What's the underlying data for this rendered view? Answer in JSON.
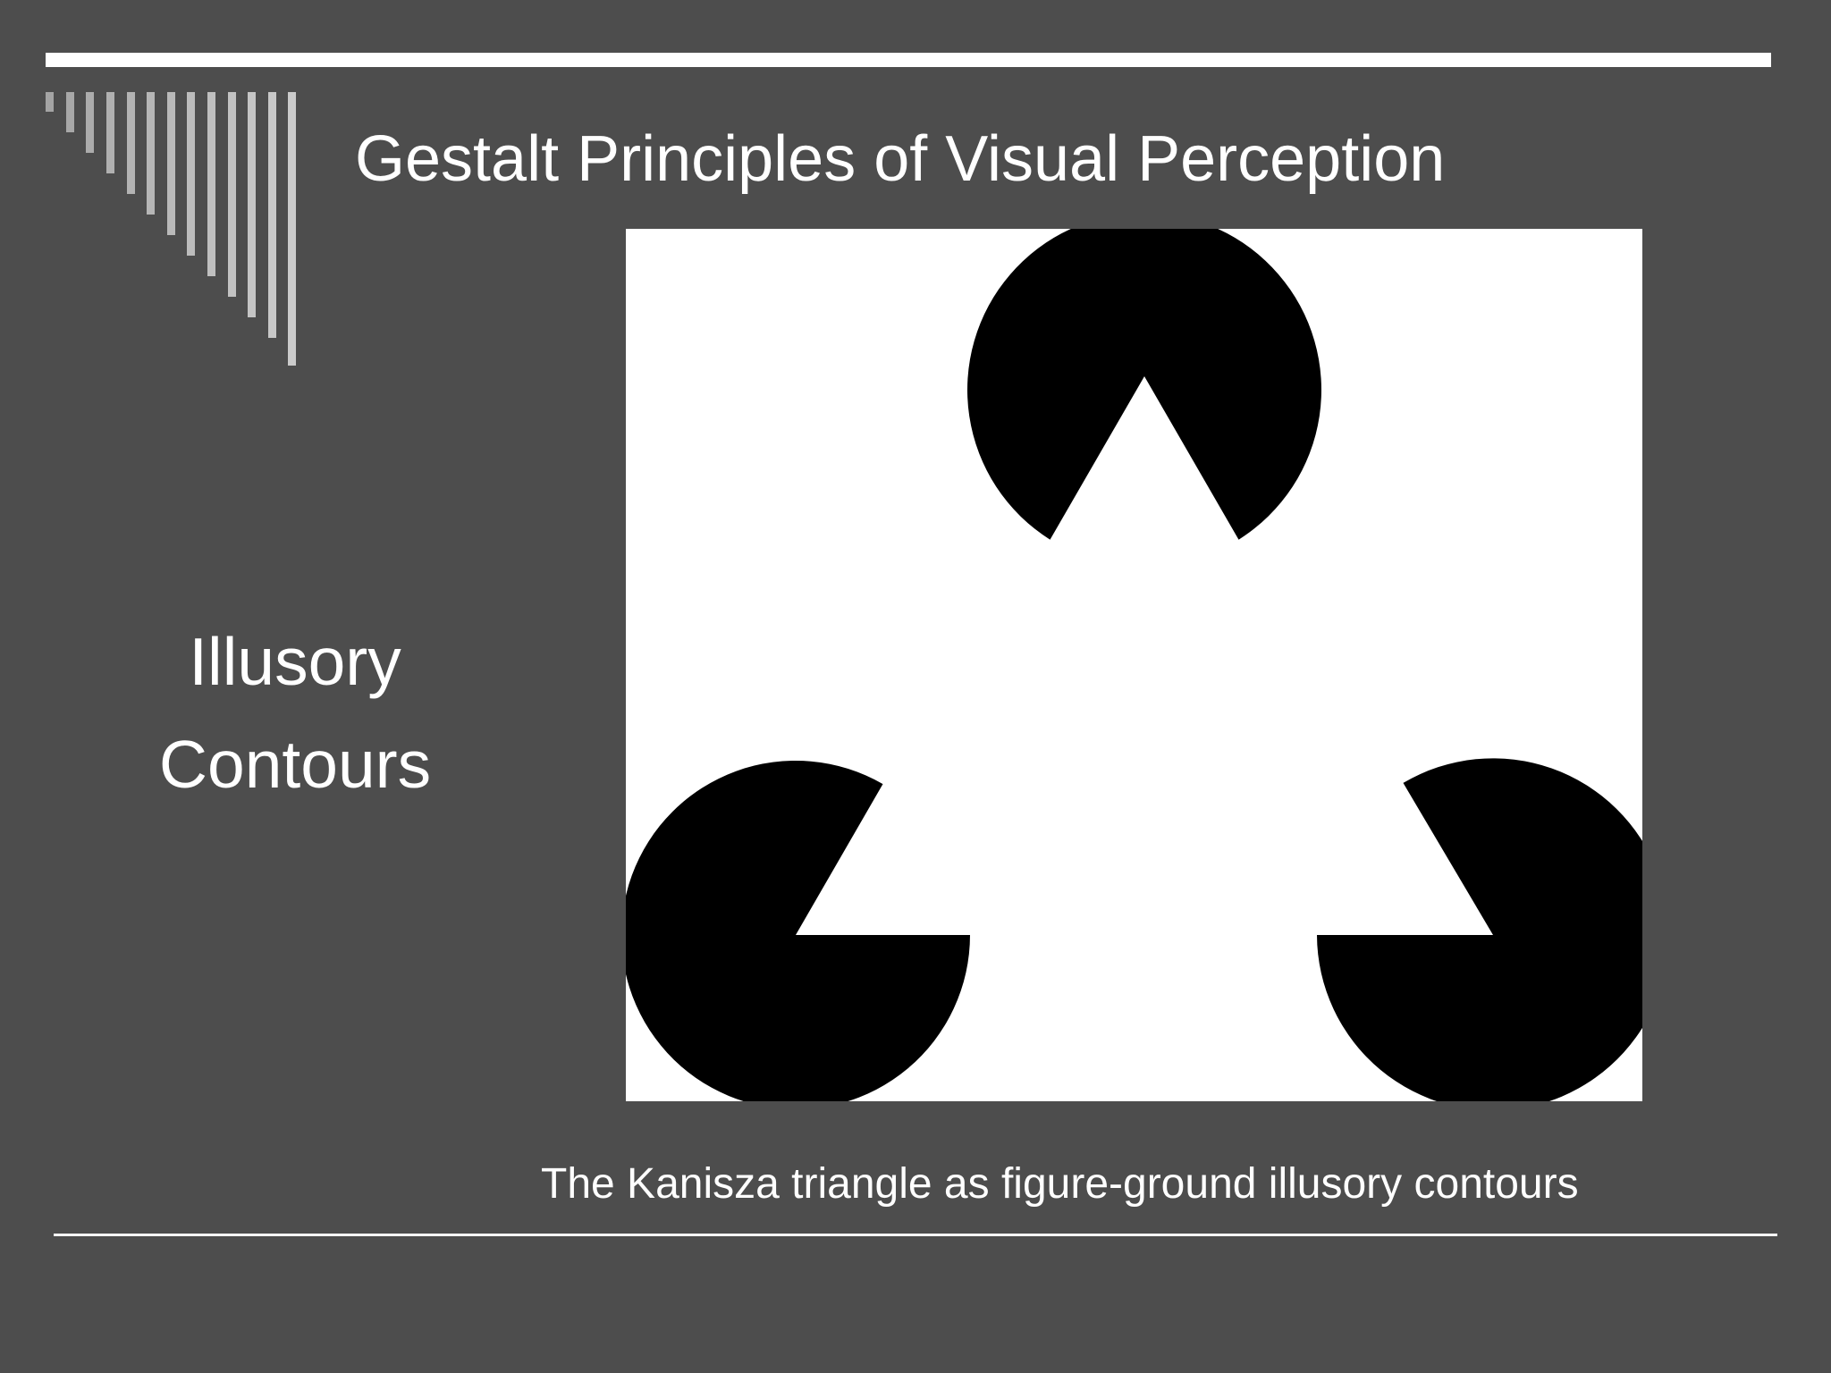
{
  "slide": {
    "title": "Gestalt Principles of Visual Perception",
    "side_heading": [
      "Illusory",
      "Contours"
    ],
    "caption": "The Kanisza triangle as figure-ground illusory contours"
  },
  "figure": {
    "inducer_icon": "pac-man-disc",
    "inducer_count": 3,
    "background_color": "#ffffff",
    "inducer_color": "#000000"
  },
  "theme": {
    "background": "#4d4d4d",
    "text": "#ffffff",
    "rule": "#ffffff"
  }
}
